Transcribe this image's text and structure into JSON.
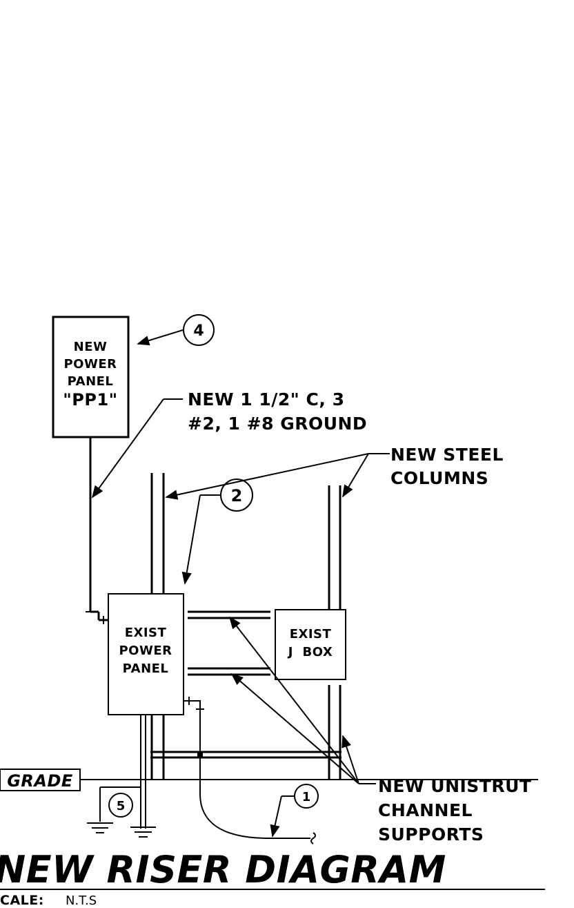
{
  "title": "NEW RISER DIAGRAM",
  "scale_label": "CALE:",
  "scale_value": "N.T.S",
  "grade_label": "GRADE",
  "new_panel": {
    "line1": "NEW",
    "line2": "POWER",
    "line3": "PANEL",
    "line4": "\"PP1\""
  },
  "exist_panel": {
    "line1": "EXIST",
    "line2": "POWER",
    "line3": "PANEL"
  },
  "jbox": {
    "line1": "EXIST",
    "line2": "J  BOX"
  },
  "note_conduit": {
    "line1": "NEW 1 1/2\" C, 3",
    "line2": "#2, 1 #8 GROUND"
  },
  "note_columns": {
    "line1": "NEW STEEL",
    "line2": "COLUMNS"
  },
  "note_unistrut": {
    "line1": "NEW UNISTRUT",
    "line2": "CHANNEL",
    "line3": "SUPPORTS"
  },
  "callouts": {
    "c1": "1",
    "c2": "2",
    "c4": "4",
    "c5": "5"
  }
}
